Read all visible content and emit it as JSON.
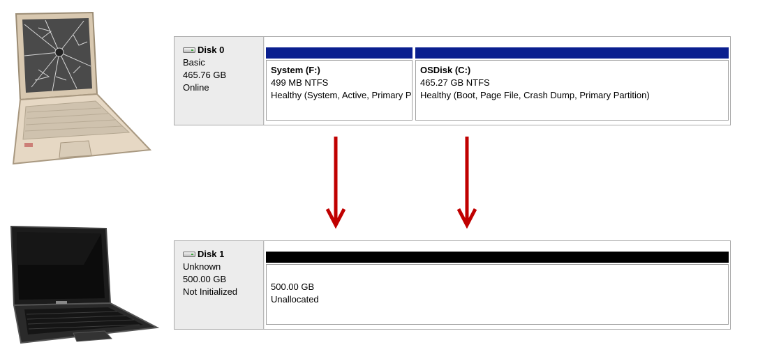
{
  "disks": [
    {
      "name": "Disk 0",
      "type": "Basic",
      "size": "465.76 GB",
      "status": "Online",
      "partitions": [
        {
          "name": "System  (F:)",
          "size": "499 MB NTFS",
          "status": "Healthy (System, Active, Primary Partition)"
        },
        {
          "name": "OSDisk  (C:)",
          "size": "465.27 GB NTFS",
          "status": "Healthy (Boot, Page File, Crash Dump, Primary Partition)"
        }
      ]
    },
    {
      "name": "Disk 1",
      "type": "Unknown",
      "size": "500.00 GB",
      "status": "Not Initialized",
      "unallocated": {
        "size": "500.00 GB",
        "label": "Unallocated"
      }
    }
  ],
  "colors": {
    "primary_partition_bar": "#0a1f8f",
    "unallocated_bar": "#000000",
    "arrow": "#c00000"
  },
  "images": {
    "top_laptop": "broken-screen-laptop",
    "bottom_laptop": "new-black-laptop"
  }
}
